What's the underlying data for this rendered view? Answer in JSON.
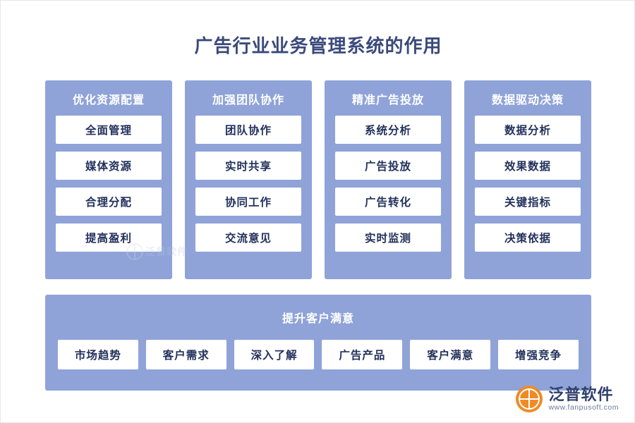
{
  "page": {
    "title": "广告行业业务管理系统的作用",
    "accent_color": "#8fa3d8",
    "title_color": "#3a4a7a",
    "cell_text_color": "#22315c"
  },
  "columns": [
    {
      "head": "优化资源配置",
      "cells": [
        "全面管理",
        "媒体资源",
        "合理分配",
        "提高盈利"
      ]
    },
    {
      "head": "加强团队协作",
      "cells": [
        "团队协作",
        "实时共享",
        "协同工作",
        "交流意见"
      ]
    },
    {
      "head": "精准广告投放",
      "cells": [
        "系统分析",
        "广告投放",
        "广告转化",
        "实时监测"
      ]
    },
    {
      "head": "数据驱动决策",
      "cells": [
        "数据分析",
        "效果数据",
        "关键指标",
        "决策依据"
      ]
    }
  ],
  "bottom_band": {
    "head": "提升客户满意",
    "cells": [
      "市场趋势",
      "客户需求",
      "深入了解",
      "广告产品",
      "客户满意",
      "增强竞争"
    ]
  },
  "watermark": {
    "text": "泛普软件",
    "icon": "globe-icon"
  },
  "logo": {
    "name": "泛普软件",
    "url": "www.fanpusoft.com",
    "icon": "globe-icon",
    "color": "#f08a24"
  }
}
